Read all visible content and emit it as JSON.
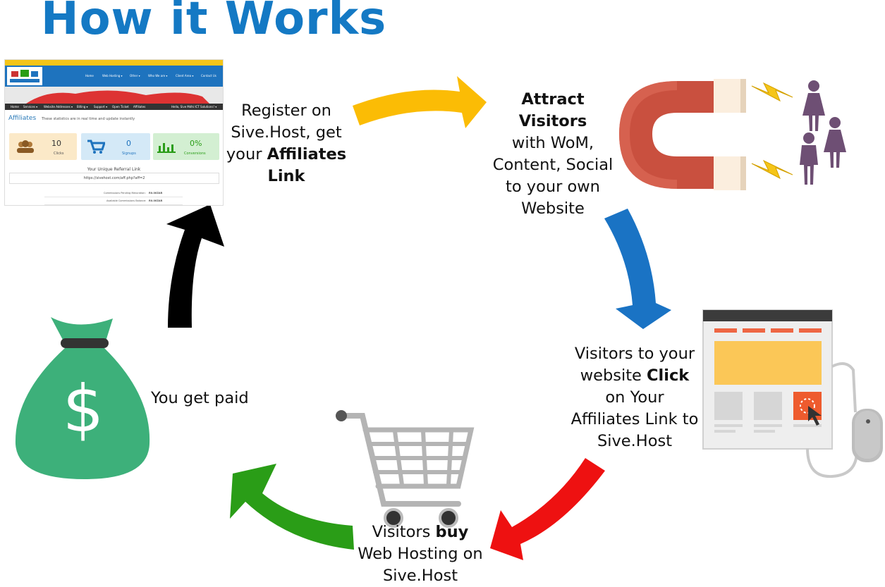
{
  "title": "How it Works",
  "steps": {
    "register": {
      "line1": "Register on",
      "line2": "Sive.Host, get",
      "line3_pre": "your ",
      "line3_bold": "Affiliates",
      "line4_bold": "Link"
    },
    "attract": {
      "line1_bold": "Attract Visitors",
      "line2": "with WoM,",
      "line3": "Content, Social",
      "line4": "to your own",
      "line5": "Website"
    },
    "click": {
      "line1": "Visitors to your",
      "line2_pre": "website ",
      "line2_bold": "Click",
      "line3": "on Your",
      "line4": "Affiliates Link to",
      "line5": "Sive.Host"
    },
    "buy": {
      "line1_pre": "Visitors ",
      "line1_bold": "buy",
      "line2": "Web Hosting on",
      "line3": "Sive.Host"
    },
    "paid": {
      "line1": "You get paid"
    }
  },
  "screenshot": {
    "nav_links": [
      "Home",
      "Web Hosting ▾",
      "Other ▾",
      "Who We are ▾",
      "Client Area ▾",
      "Contact Us"
    ],
    "menu_links": [
      "Home",
      "Services ▾",
      "Website Addresses ▾",
      "Billing ▾",
      "Support ▾",
      "Open Ticket",
      "Affiliates"
    ],
    "menu_right": "Hello, Sive Mdhi ICT Solutions! ▾",
    "heading": "Affiliates",
    "subheading": "These statistics are in real time and update instantly",
    "cards": [
      {
        "value": "10",
        "label": "Clicks"
      },
      {
        "value": "0",
        "label": "Signups"
      },
      {
        "value": "0%",
        "label": "Conversions"
      }
    ],
    "referral_title": "Your Unique Referral Link",
    "referral_url": "https://sivehost.com/aff.php?aff=2",
    "rows": [
      {
        "label": "Commissions Pending Maturation:",
        "value": "R0.00ZAR"
      },
      {
        "label": "Available Commissions Balance:",
        "value": "R0.00ZAR"
      }
    ]
  },
  "colors": {
    "title": "#1479c4",
    "arrow_yellow": "#fbbc05",
    "arrow_blue": "#1a73c4",
    "arrow_red": "#ee1111",
    "arrow_green": "#2a9d17",
    "arrow_black": "#000000",
    "money_bag": "#3db07a",
    "magnet_red": "#c9503f"
  }
}
